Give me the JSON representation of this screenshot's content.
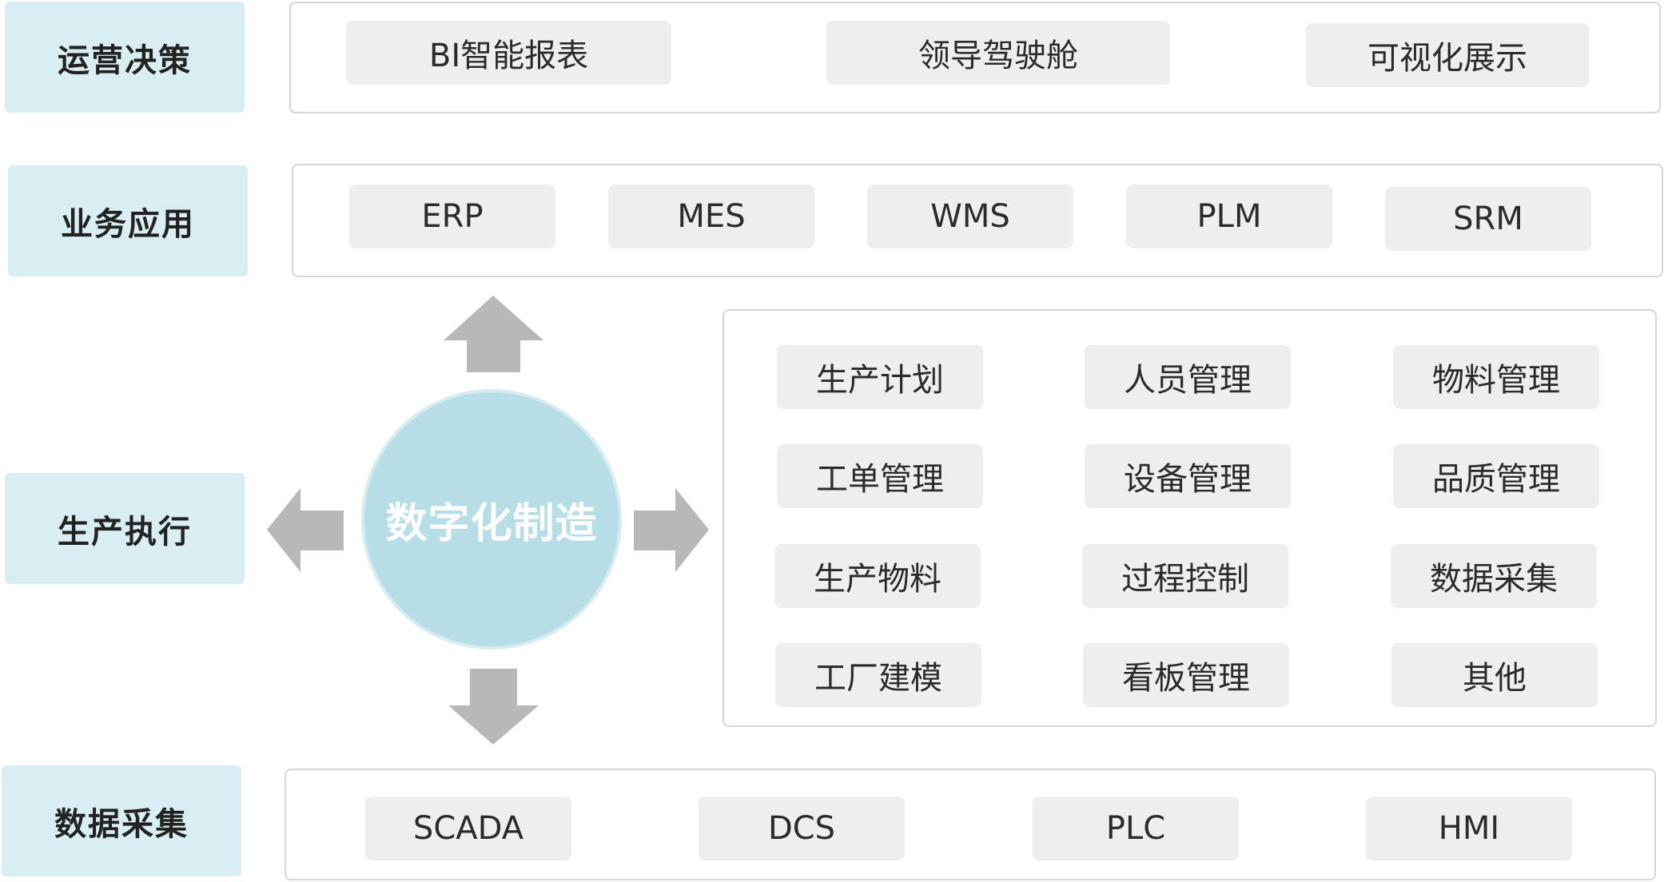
{
  "layers": {
    "operations": {
      "label": "运营决策",
      "items": [
        "BI智能报表",
        "领导驾驶舱",
        "可视化展示"
      ]
    },
    "business": {
      "label": "业务应用",
      "items": [
        "ERP",
        "MES",
        "WMS",
        "PLM",
        "SRM"
      ]
    },
    "production": {
      "label": "生产执行",
      "items": [
        "生产计划",
        "人员管理",
        "物料管理",
        "工单管理",
        "设备管理",
        "品质管理",
        "生产物料",
        "过程控制",
        "数据采集",
        "工厂建模",
        "看板管理",
        "其他"
      ]
    },
    "data_collection": {
      "label": "数据采集",
      "items": [
        "SCADA",
        "DCS",
        "PLC",
        "HMI"
      ]
    }
  },
  "center": {
    "label": "数字化制造"
  },
  "colors": {
    "label_bg": "#d9eef3",
    "circle_bg": "#b7dde7",
    "item_bg": "#eeeeee",
    "arrow": "#b8b8b8",
    "panel_border": "#d5d5d5"
  }
}
